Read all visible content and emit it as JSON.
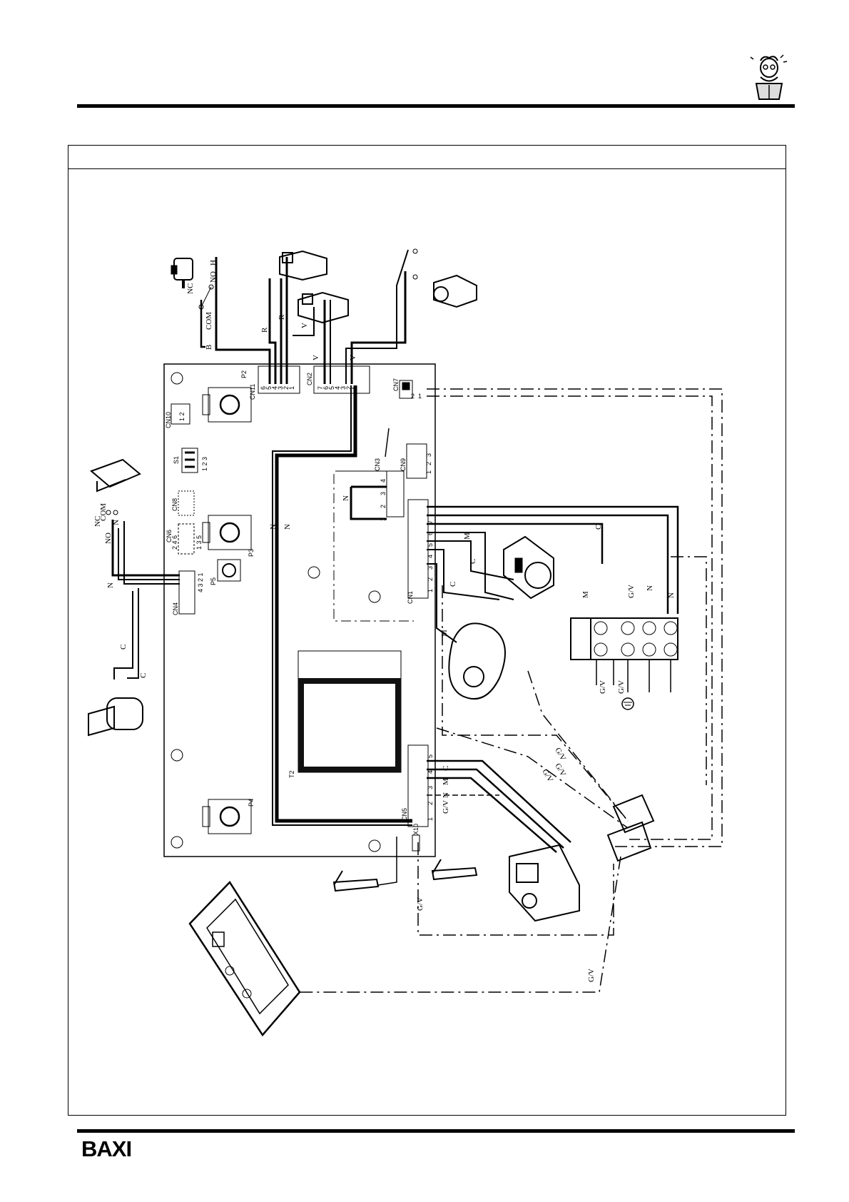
{
  "brand": "BAXI",
  "board": {
    "connectors": [
      "CN1",
      "CN2",
      "CN3",
      "CN4",
      "CN5",
      "CN6",
      "CN7",
      "CN8",
      "CN9",
      "CN10",
      "CN11",
      "X10"
    ],
    "pots": [
      "P2",
      "P3",
      "P4",
      "P5"
    ],
    "switch": "S1",
    "switch_positions": "1 2 3",
    "transformer": "T2",
    "cn10_pins": "1 2",
    "cn4_pins": "4 3 2 1",
    "cn6_pins_top": "2 4 6",
    "cn6_pins_bottom": "1 3 5",
    "cn11_pins": [
      "6",
      "5",
      "4",
      "3",
      "2",
      "1"
    ],
    "cn2_pins": [
      "7",
      "6",
      "5",
      "4",
      "3",
      "2",
      "1"
    ],
    "cn7_pins": [
      "2",
      "1"
    ],
    "cn9_pins": [
      "3",
      "2",
      "1"
    ],
    "cn3_pins": [
      "1",
      "2",
      "3",
      "4"
    ],
    "cn1_pins": [
      "1",
      "2",
      "3",
      "4",
      "5",
      "6",
      "7"
    ],
    "cn5_pins": [
      "1",
      "2",
      "3",
      "4",
      "5"
    ]
  },
  "wire_labels": {
    "com": "COM",
    "nc": "NC",
    "no": "NO",
    "b": "B",
    "r": "R",
    "v": "V",
    "n": "N",
    "c": "C",
    "m": "M",
    "gv": "G/V",
    "h": "H"
  },
  "icons": [
    "pressure-switch-icon",
    "ntc-sensor-icon",
    "flow-switch-icon",
    "micro-switch-icon",
    "thermostat-icon",
    "pump-icon",
    "fan-icon",
    "gas-valve-icon",
    "electrode-icon",
    "terminal-block-icon",
    "earth-icon",
    "burner-frame-icon",
    "mascot-reading-icon"
  ]
}
